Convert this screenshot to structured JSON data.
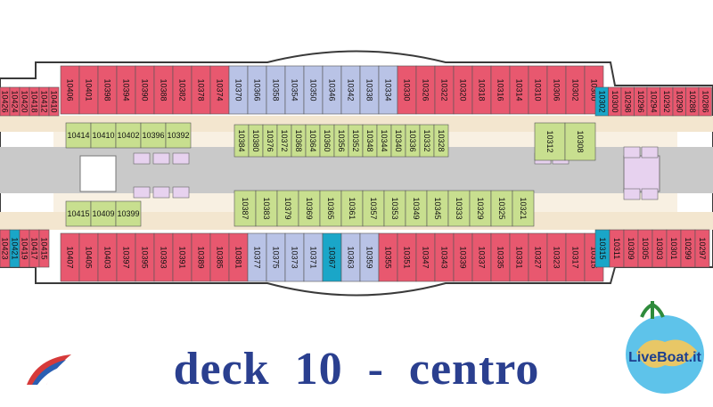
{
  "caption": "deck  10  -  centro",
  "colors": {
    "hull_outline": "#3a3a3a",
    "corridor": "#f3e6cf",
    "balcony_cabin": "#e8586f",
    "oceanview_cabin": "#b9c3e6",
    "interior_cabin": "#c8df8f",
    "suite_cabin": "#1aa6c8",
    "stair_area": "#c9c9c9",
    "special_room": "#e7d2ef",
    "caption": "#2a3f8f"
  },
  "cabins": {
    "aft_top": [
      "10426",
      "10424",
      "10420",
      "10418",
      "10412",
      "10410"
    ],
    "aft_bottom": [
      "10423",
      "10421",
      "10419",
      "10417",
      "10415"
    ],
    "top_outer": [
      "10406",
      "10401",
      "10398",
      "10394",
      "10390",
      "10388",
      "10382",
      "10378",
      "10374",
      "10370",
      "10366",
      "10358",
      "10354",
      "10350",
      "10346",
      "10342",
      "10338",
      "10334",
      "10330",
      "10326",
      "10322",
      "10320",
      "10318",
      "10316",
      "10314",
      "10310",
      "10306",
      "10302",
      "10300"
    ],
    "top_inner_aft": [
      "10414",
      "10410",
      "10402",
      "10396",
      "10392"
    ],
    "top_inner_mid": [
      "10384",
      "10380",
      "10376",
      "10372",
      "10368",
      "10364",
      "10360",
      "10356",
      "10352",
      "10348",
      "10344",
      "10340",
      "10336",
      "10332",
      "10328"
    ],
    "top_inner_fwd": [
      "10312",
      "10308"
    ],
    "bottom_inner_aft": [
      "10415",
      "10409",
      "10399"
    ],
    "bottom_inner_mid": [
      "10387",
      "10383",
      "10379",
      "10369",
      "10365",
      "10361",
      "10357",
      "10353",
      "10349",
      "10345",
      "10333",
      "10329",
      "10325",
      "10321"
    ],
    "bottom_outer": [
      "10407",
      "10405",
      "10403",
      "10397",
      "10395",
      "10393",
      "10391",
      "10389",
      "10385",
      "10381",
      "10377",
      "10375",
      "10373",
      "10371",
      "10367",
      "10363",
      "10359",
      "10355",
      "10351",
      "10347",
      "10343",
      "10339",
      "10337",
      "10335",
      "10331",
      "10327",
      "10323",
      "10317",
      "10315"
    ],
    "fwd_top": [
      "10302",
      "10300",
      "10298",
      "10296",
      "10294",
      "10292",
      "10290",
      "10288",
      "10286"
    ],
    "fwd_bottom": [
      "10315",
      "10311",
      "10309",
      "10305",
      "10303",
      "10301",
      "10299",
      "10297"
    ]
  },
  "logos": {
    "liveboat_text": "LiveBoat.it"
  }
}
